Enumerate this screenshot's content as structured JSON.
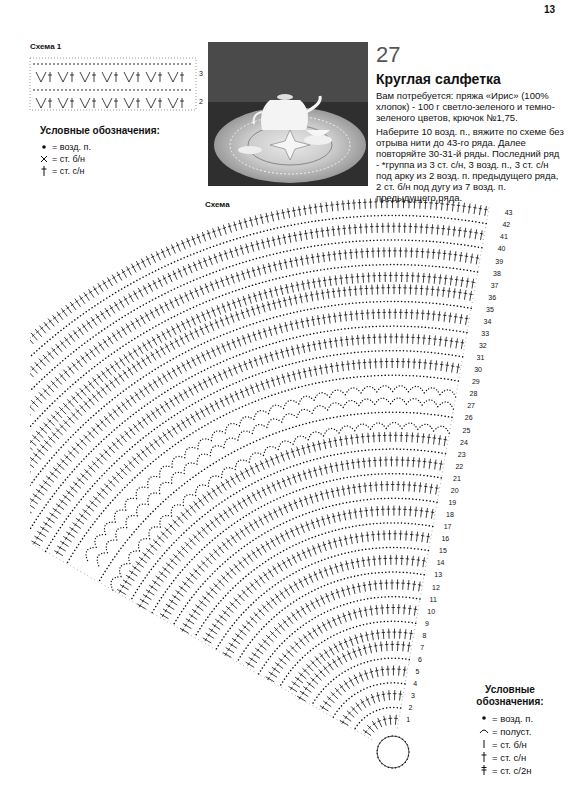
{
  "diagram": {
    "title": "Круглая салфетка",
    "labels": [
      "13",
      "Схема 1",
      "3",
      "2",
      "Условные обозначения:",
      "27",
      "Вам потребуется: пряжа «Ирис» (100% хлопок) - 100 г светло-зеленого и темно-зеленого цветов, крючок №1,75.",
      "Наберите 10 возд. п., вяжите по схеме без отрыва нити до 43-го ряда. Далее повторяйте 30-31-й ряды. Последний ряд - *группа из 3 ст. с/н, 3 возд. п., 3 ст. с/н под арку из 2 возд. п. предыдущего ряда, 2 ст. б/н под дугу из 7 возд. п. предыдущего ряда.",
      "Схема",
      "1",
      "2",
      "3",
      "4",
      "5",
      "6",
      "7",
      "8",
      "9",
      "10",
      "11",
      "12",
      "13",
      "14",
      "15",
      "16",
      "17",
      "18",
      "19",
      "20",
      "21",
      "22",
      "23",
      "24",
      "25",
      "26",
      "27",
      "28",
      "29",
      "30",
      "31",
      "32",
      "33",
      "34",
      "35",
      "36",
      "37",
      "38",
      "39",
      "40",
      "41",
      "42",
      "43",
      "Условные обозначения:"
    ],
    "legend": [
      {
        "text": "= возд. п."
      },
      {
        "text": "= ст. б/н"
      },
      {
        "text": "= ст. с/н"
      },
      {
        "text": "= возд. п."
      },
      {
        "text": "= полуст."
      },
      {
        "text": "= ст. б/н"
      },
      {
        "text": "= ст. с/н"
      },
      {
        "text": "= ст. с/2н"
      }
    ]
  }
}
